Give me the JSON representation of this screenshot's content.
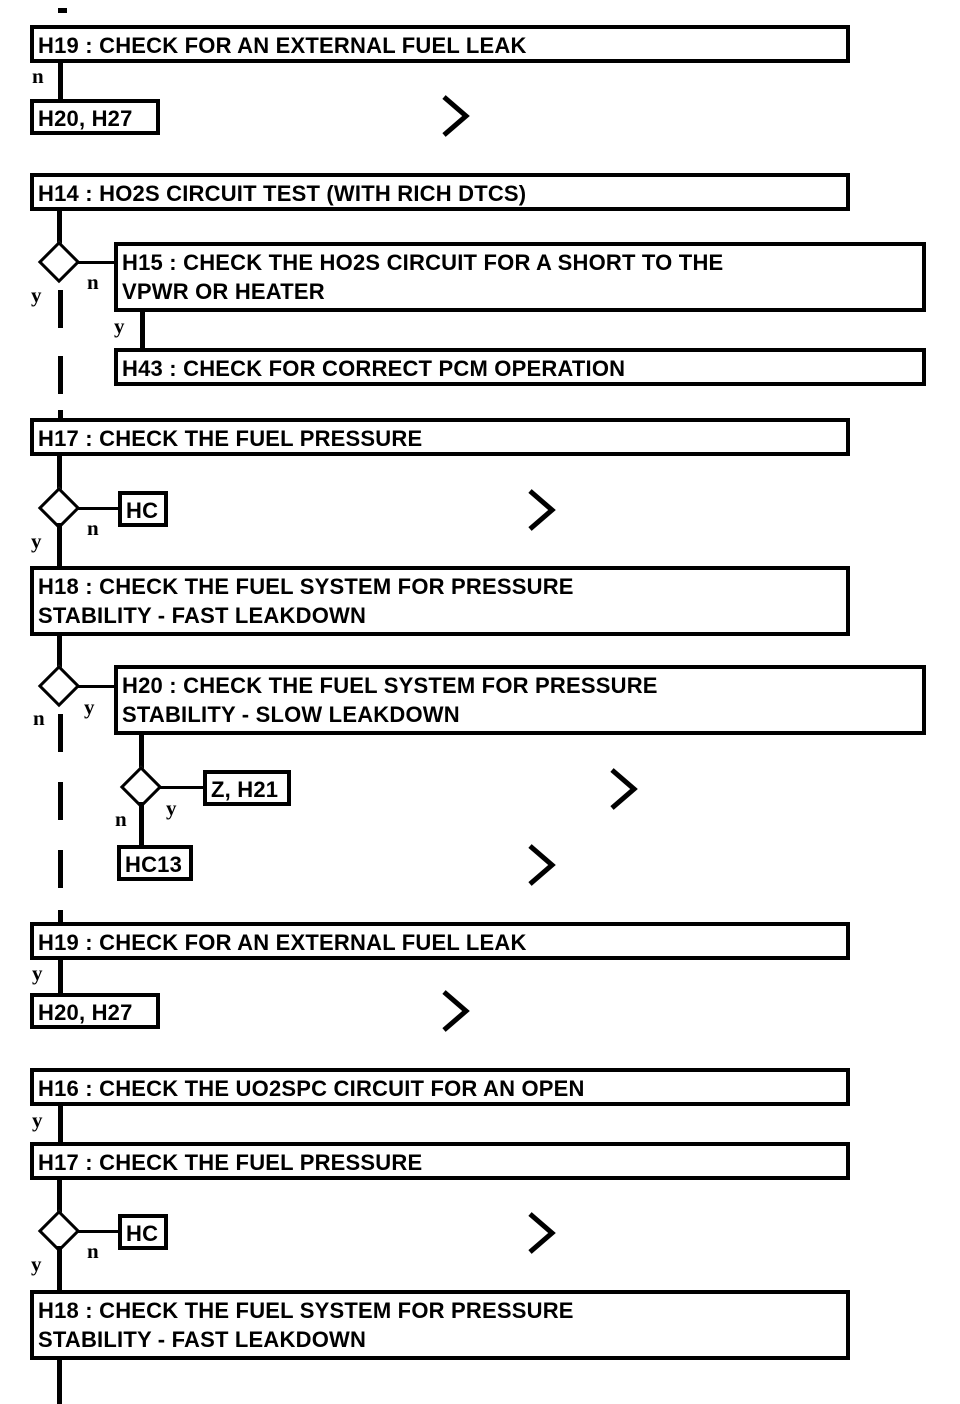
{
  "diagram": {
    "title": "Fuel system / HO2S diagnostic flowchart",
    "type": "flowchart",
    "orientation": "top-to-bottom",
    "colors": {
      "stroke": "#000000",
      "fill": "#ffffff",
      "text": "#000000"
    },
    "nodes": [
      {
        "id": "n1",
        "kind": "process",
        "label": "H19 : CHECK FOR AN EXTERNAL FUEL LEAK"
      },
      {
        "id": "n2",
        "kind": "terminal",
        "label": "H20, H27"
      },
      {
        "id": "n3",
        "kind": "process",
        "label": "H14 : HO2S CIRCUIT TEST (WITH RICH DTCS)"
      },
      {
        "id": "n4",
        "kind": "decision",
        "label": ""
      },
      {
        "id": "n5",
        "kind": "process",
        "label": "H15 : CHECK THE HO2S CIRCUIT FOR A SHORT TO THE\nVPWR OR HEATER"
      },
      {
        "id": "n6",
        "kind": "process",
        "label": "H43 : CHECK FOR CORRECT PCM OPERATION"
      },
      {
        "id": "n7",
        "kind": "process",
        "label": "H17 : CHECK THE FUEL PRESSURE"
      },
      {
        "id": "n8",
        "kind": "decision",
        "label": ""
      },
      {
        "id": "n9",
        "kind": "terminal",
        "label": "HC"
      },
      {
        "id": "n10",
        "kind": "process",
        "label": "H18 : CHECK THE FUEL SYSTEM FOR PRESSURE\nSTABILITY - FAST LEAKDOWN"
      },
      {
        "id": "n11",
        "kind": "decision",
        "label": ""
      },
      {
        "id": "n12",
        "kind": "process",
        "label": "H20 : CHECK THE FUEL SYSTEM FOR PRESSURE\nSTABILITY - SLOW LEAKDOWN"
      },
      {
        "id": "n13",
        "kind": "decision",
        "label": ""
      },
      {
        "id": "n14",
        "kind": "terminal",
        "label": "Z, H21"
      },
      {
        "id": "n15",
        "kind": "terminal",
        "label": "HC13"
      },
      {
        "id": "n16",
        "kind": "process",
        "label": "H19 : CHECK FOR AN EXTERNAL FUEL LEAK"
      },
      {
        "id": "n17",
        "kind": "terminal",
        "label": "H20, H27"
      },
      {
        "id": "n18",
        "kind": "process",
        "label": "H16 : CHECK THE UO2SPC CIRCUIT FOR AN OPEN"
      },
      {
        "id": "n19",
        "kind": "process",
        "label": "H17 : CHECK THE FUEL PRESSURE"
      },
      {
        "id": "n20",
        "kind": "decision",
        "label": ""
      },
      {
        "id": "n21",
        "kind": "terminal",
        "label": "HC"
      },
      {
        "id": "n22",
        "kind": "process",
        "label": "H18 : CHECK THE FUEL SYSTEM FOR PRESSURE\nSTABILITY - FAST LEAKDOWN"
      }
    ],
    "branch_labels": {
      "b1": "n",
      "b2": "y",
      "b3": "n",
      "b4": "y",
      "b5": "y",
      "b6": "n",
      "b7": "n",
      "b8": "y",
      "b9": "n",
      "b10": "y",
      "b11": "n",
      "b12": "y",
      "b13": "y",
      "b14": "n"
    },
    "icons": {
      "chevron": "chevron-right-icon"
    }
  }
}
